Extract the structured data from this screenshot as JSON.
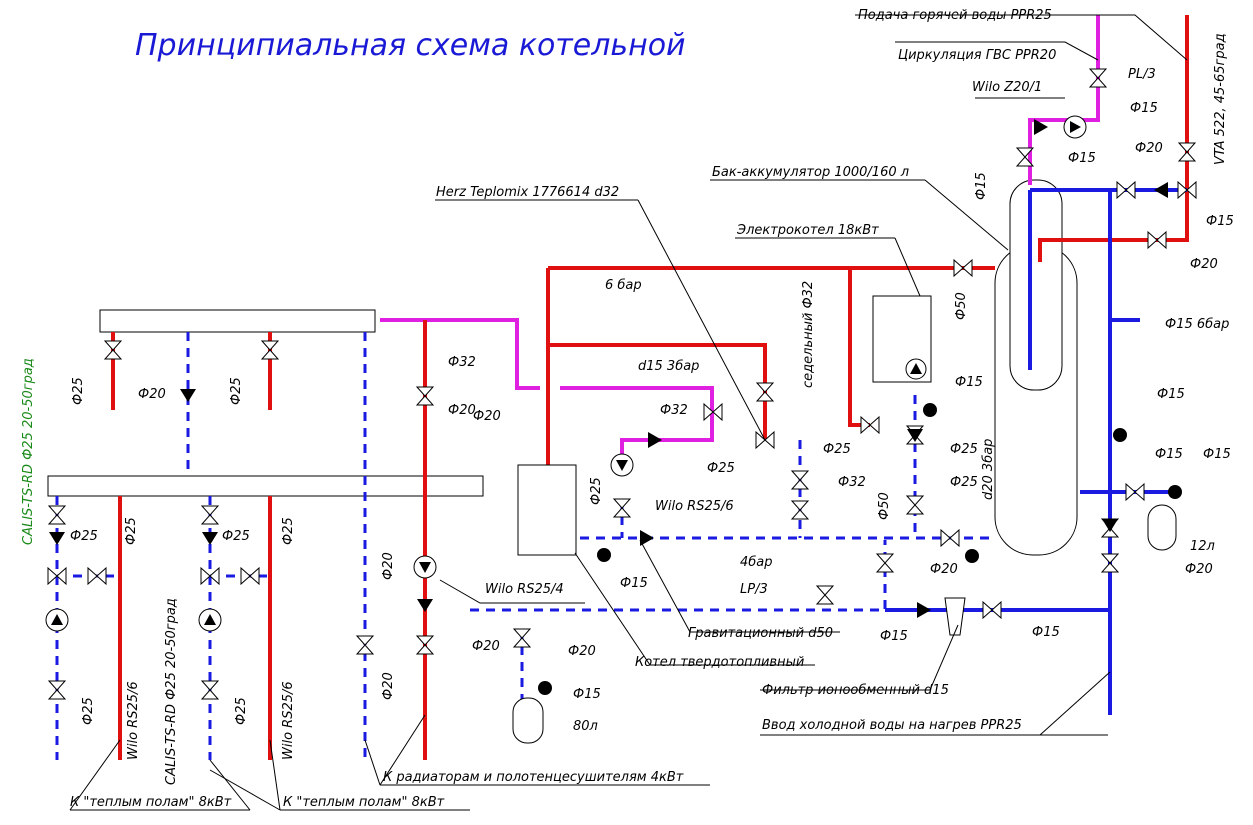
{
  "title": "Принципиальная схема котельной",
  "labels": {
    "hot_water_supply": "Подача горячей воды PPR25",
    "dhw_circulation": "Циркуляция ГВС PPR20",
    "pl3": "PL/3",
    "wilo_z20": "Wilo Z20/1",
    "f15_a": "Ф15",
    "f15_b": "Ф15",
    "f15_c": "Ф15",
    "f20_a": "Ф20",
    "vta": "VTA 522, 45-65град",
    "tank": "Бак-аккумулятор 1000/160 л",
    "herz": "Herz Teplomix 1776614 d32",
    "f15_d": "Ф15",
    "f20_b": "Ф20",
    "electro": "Электрокотел 18кВт",
    "bar6": "6 бар",
    "f50_a": "Ф50",
    "sedelny": "седельный Ф32",
    "f15_6bar": "Ф15 6бар",
    "d15_3bar": "d15 3бар",
    "f32_a": "Ф32",
    "f15_e": "Ф15",
    "f32_b": "Ф32",
    "f25_a": "Ф25",
    "f25_b": "Ф25",
    "f15_f": "Ф15",
    "f25_c": "Ф25",
    "f25_d": "Ф25",
    "d20_3bar": "d20 3бар",
    "f15_g": "Ф15",
    "f15_h": "Ф15",
    "f20_c": "Ф20",
    "f32_c": "Ф32",
    "f25_e": "Ф25",
    "f50_b": "Ф50",
    "f25_f": "Ф25",
    "wilo_rs25_6": "Wilo RS25/6",
    "l12": "12л",
    "f20_d": "Ф20",
    "f20_e": "Ф20",
    "calis_left": "CALIS-TS-RD Ф25 20-50град",
    "f25_g": "Ф25",
    "f25_h": "Ф25",
    "f20_f": "Ф20",
    "f15_i": "Ф15",
    "bar4": "4бар",
    "lp3": "LP/3",
    "f20_g": "Ф20",
    "wilo_rs25_4": "Wilo RS25/4",
    "calis_mid": "CALIS-TS-RD Ф25 20-50град",
    "grav": "Гравитационный d50",
    "f15_j": "Ф15",
    "f15_k": "Ф15",
    "f20_h": "Ф20",
    "f20_i": "Ф20",
    "solid": "Котел твердотопливный",
    "f15_l": "Ф15",
    "filter": "Фильтр ионообменный d15",
    "l80": "80л",
    "f25_i": "Ф25",
    "wilo_rs25_6_b": "Wilo RS25/6",
    "f25_j": "Ф25",
    "wilo_rs25_6_c": "Wilo RS25/6",
    "f20_j": "Ф20",
    "cold_in": "Ввод холодной воды на нагрев PPR25",
    "radiators": "К радиаторам и полотенцесушителям 4кВт",
    "floor1": "К \"теплым полам\" 8кВт",
    "floor2": "К \"теплым полам\" 8кВт"
  },
  "colors": {
    "supply": "#e01010",
    "return": "#1a1ae0",
    "dhw": "#e020e0",
    "title": "#1a1ad6",
    "green": "#1a8a1a"
  }
}
